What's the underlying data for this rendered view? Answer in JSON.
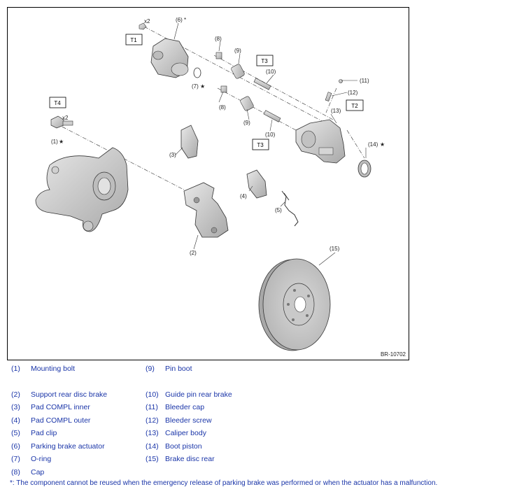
{
  "figure": {
    "id": "BR-10702",
    "callouts": [
      {
        "key": "c1",
        "text": "(1)"
      },
      {
        "key": "c2",
        "text": "(2)"
      },
      {
        "key": "c3",
        "text": "(3)"
      },
      {
        "key": "c4",
        "text": "(4)"
      },
      {
        "key": "c5",
        "text": "(5)"
      },
      {
        "key": "c6",
        "text": "(6)"
      },
      {
        "key": "c7",
        "text": "(7)"
      },
      {
        "key": "c8a",
        "text": "(8)"
      },
      {
        "key": "c8b",
        "text": "(8)"
      },
      {
        "key": "c9a",
        "text": "(9)"
      },
      {
        "key": "c9b",
        "text": "(9)"
      },
      {
        "key": "c10a",
        "text": "(10)"
      },
      {
        "key": "c10b",
        "text": "(10)"
      },
      {
        "key": "c11",
        "text": "(11)"
      },
      {
        "key": "c12",
        "text": "(12)"
      },
      {
        "key": "c13",
        "text": "(13)"
      },
      {
        "key": "c14",
        "text": "(14)"
      },
      {
        "key": "c15",
        "text": "(15)"
      }
    ],
    "torque_boxes": {
      "t1": "T1",
      "t2": "T2",
      "t3a": "T3",
      "t3b": "T3",
      "t4": "T4"
    },
    "quantity_marks": {
      "q1": "x2",
      "q2": "x2"
    },
    "star": "★",
    "asterisk": "*"
  },
  "legend": {
    "items": [
      {
        "num": "(1)",
        "name": "Mounting bolt"
      },
      {
        "num": "(2)",
        "name": "Support rear disc brake"
      },
      {
        "num": "(3)",
        "name": "Pad COMPL inner"
      },
      {
        "num": "(4)",
        "name": "Pad COMPL outer"
      },
      {
        "num": "(5)",
        "name": "Pad clip"
      },
      {
        "num": "(6)",
        "name": "Parking brake actuator"
      },
      {
        "num": "(7)",
        "name": "O-ring"
      },
      {
        "num": "(8)",
        "name": "Cap"
      },
      {
        "num": "(9)",
        "name": "Pin boot"
      },
      {
        "num": "(10)",
        "name": "Guide pin rear brake"
      },
      {
        "num": "(11)",
        "name": "Bleeder cap"
      },
      {
        "num": "(12)",
        "name": "Bleeder screw"
      },
      {
        "num": "(13)",
        "name": "Caliper body"
      },
      {
        "num": "(14)",
        "name": "Boot piston"
      },
      {
        "num": "(15)",
        "name": "Brake disc rear"
      }
    ],
    "footnote": "*: The component cannot be reused when the emergency release of parking brake was performed or when the actuator has a malfunction."
  }
}
